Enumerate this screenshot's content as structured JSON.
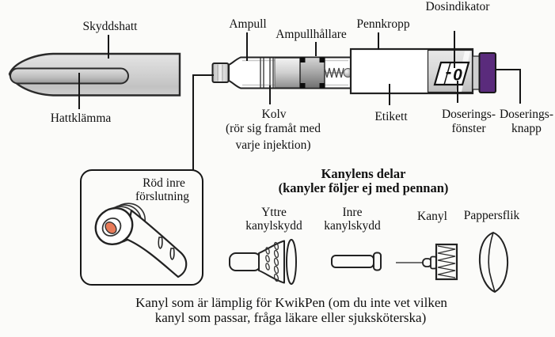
{
  "diagram": {
    "title_semantic": "KwikPen parts diagram (Swedish)",
    "pen_labels": {
      "skyddshatt": "Skyddshatt",
      "hattklamma": "Hattklämma",
      "ampull": "Ampull",
      "ampullhallare": "Ampullhållare",
      "pennkropp": "Pennkropp",
      "dosindikator": "Dosindikator",
      "kolv": "Kolv",
      "kolv_note_line1": "(rör sig framåt med",
      "kolv_note_line2": "varje injektion)",
      "etikett": "Etikett",
      "doseringsfonster_line1": "Doserings-",
      "doseringsfonster_line2": "fönster",
      "doseringsknapp_line1": "Doserings-",
      "doseringsknapp_line2": "knapp"
    },
    "dose_window": {
      "value": "0"
    },
    "inset_box": {
      "label_line1": "Röd inre",
      "label_line2": "förslutning"
    },
    "needle_section": {
      "title_line1": "Kanylens delar",
      "title_line2": "(kanyler följer ej med pennan)",
      "parts": [
        {
          "line1": "Yttre",
          "line2": "kanylskydd"
        },
        {
          "line1": "Inre",
          "line2": "kanylskydd"
        },
        {
          "line1": "Kanyl",
          "line2": ""
        },
        {
          "line1": "Pappersflik",
          "line2": ""
        }
      ]
    },
    "caption_line1": "Kanyl som är lämplig för KwikPen (om du inte vet vilken",
    "caption_line2": "kanyl som passar, fråga läkare eller sjuksköterska)",
    "colors": {
      "button_purple": "#5a2b7c",
      "seal_red": "#e87a58",
      "outline": "#161616"
    }
  }
}
